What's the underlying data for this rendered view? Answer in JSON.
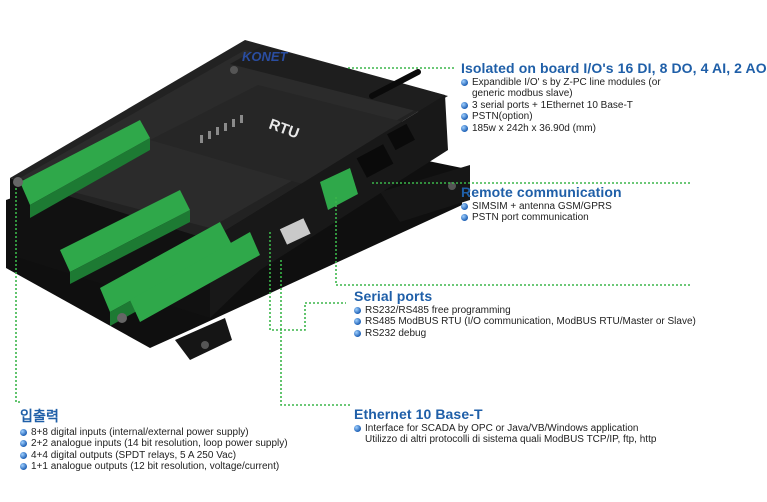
{
  "brand": {
    "logo_text": "KONET",
    "device_label": "RTU"
  },
  "sections": {
    "isolated": {
      "title": "Isolated on board I/O's 16 DI, 8 DO, 4 AI, 2 AO",
      "items": [
        "Expandible I/O' s by Z-PC line modules (or",
        "generic modbus slave)",
        "3 serial ports + 1Ethernet 10 Base-T",
        "PSTN(option)",
        "185w x 242h x 36.90d (mm)"
      ]
    },
    "remote": {
      "title": "Remote communication",
      "items": [
        "SIMSIM + antenna GSM/GPRS",
        "PSTN port communication"
      ]
    },
    "serial": {
      "title": "Serial ports",
      "items": [
        "RS232/RS485 free programming",
        "RS485 ModBUS RTU (I/O communication,  ModBUS RTU/Master or Slave)",
        "RS232 debug"
      ]
    },
    "ethernet": {
      "title": "Ethernet 10 Base-T",
      "items": [
        "Interface for SCADA  by OPC or Java/VB/Windows application",
        "Utilizzo di altri protocolli di sistema quali ModBUS TCP/IP, ftp, http"
      ]
    },
    "io": {
      "title": "입출력",
      "items": [
        "8+8 digital inputs (internal/external power supply)",
        "2+2 analogue inputs (14 bit resolution, loop power supply)",
        "4+4 digital outputs (SPDT relays, 5 A 250 Vac)",
        "1+1 analogue outputs (12 bit resolution, voltage/current)"
      ]
    }
  },
  "colors": {
    "title_blue": "#1f5fa8",
    "leader_green": "#3bb54a",
    "device_black": "#1a1a1a",
    "terminal_green": "#2fa84a"
  }
}
